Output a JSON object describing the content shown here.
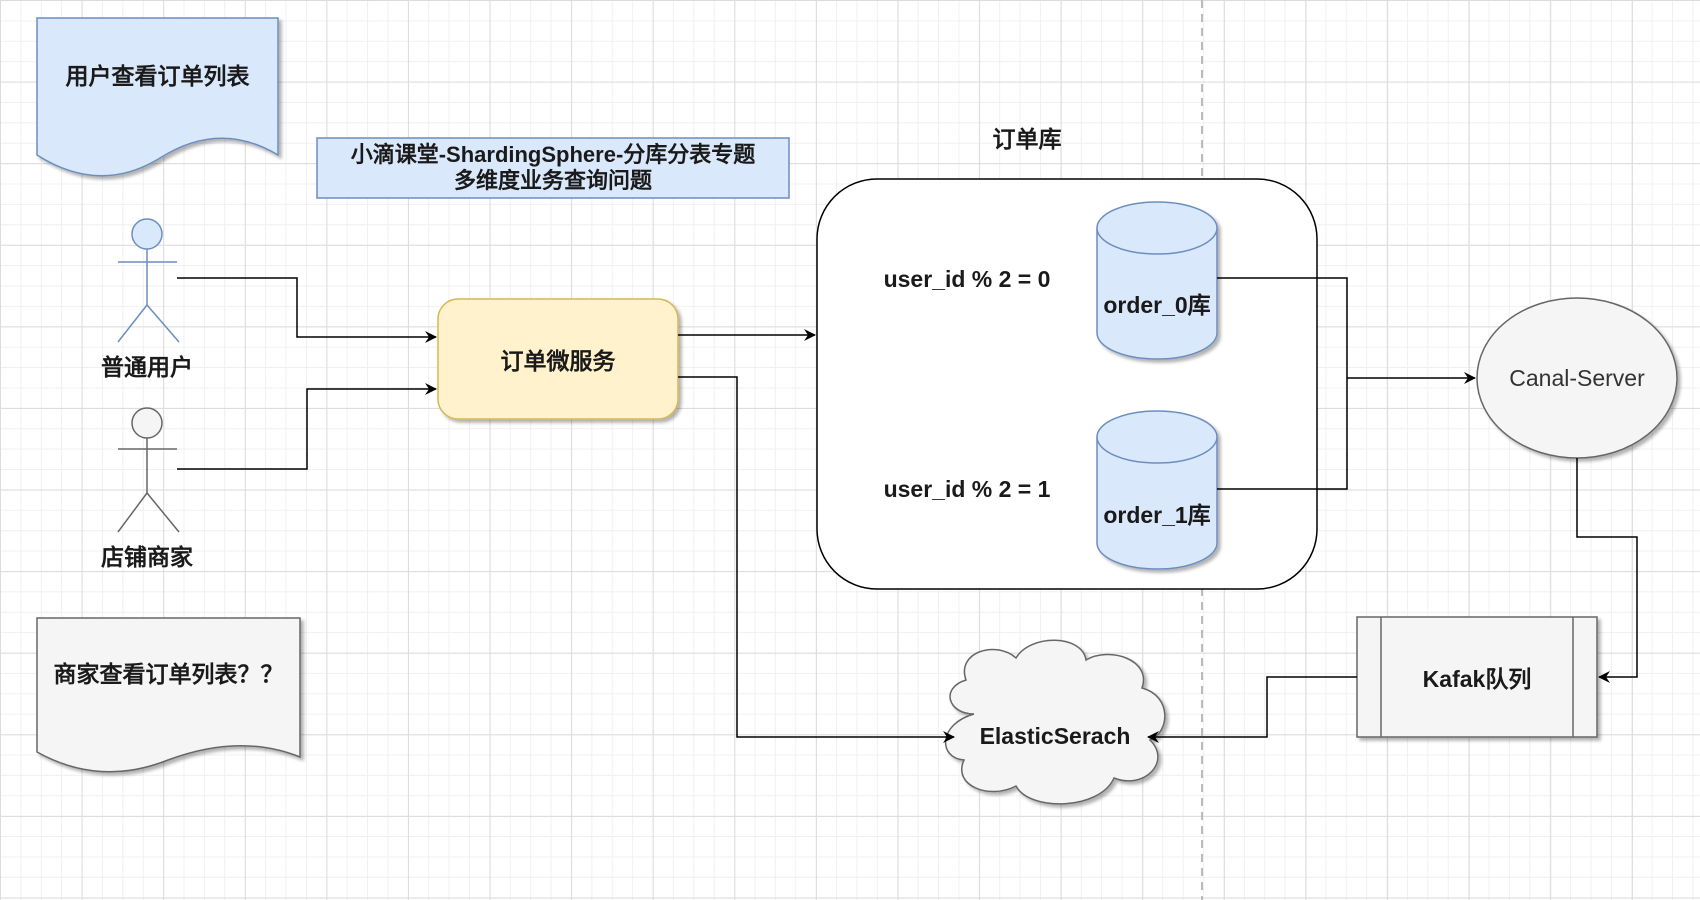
{
  "notes": {
    "user_view_orders": "用户查看订单列表",
    "merchant_view_orders": "商家查看订单列表？？"
  },
  "title_box": {
    "line1": "小滴课堂-ShardingSphere-分库分表专题",
    "line2": "多维度业务查询问题"
  },
  "actors": {
    "user": "普通用户",
    "merchant": "店铺商家"
  },
  "service": {
    "label": "订单微服务"
  },
  "db_group": {
    "title": "订单库",
    "rule_0": "user_id % 2 = 0",
    "rule_1": "user_id % 2 = 1",
    "db_0": "order_0库",
    "db_1": "order_1库"
  },
  "canal": {
    "label": "Canal-Server"
  },
  "kafka": {
    "label": "Kafak队列"
  },
  "es": {
    "label": "ElasticSerach"
  },
  "colors": {
    "blue_fill": "#dae8fc",
    "blue_stroke": "#6c8ebf",
    "yellow_fill": "#fff2cc",
    "yellow_stroke": "#d6b656",
    "gray_fill": "#f5f5f5",
    "gray_stroke": "#666666",
    "line": "#000000"
  }
}
